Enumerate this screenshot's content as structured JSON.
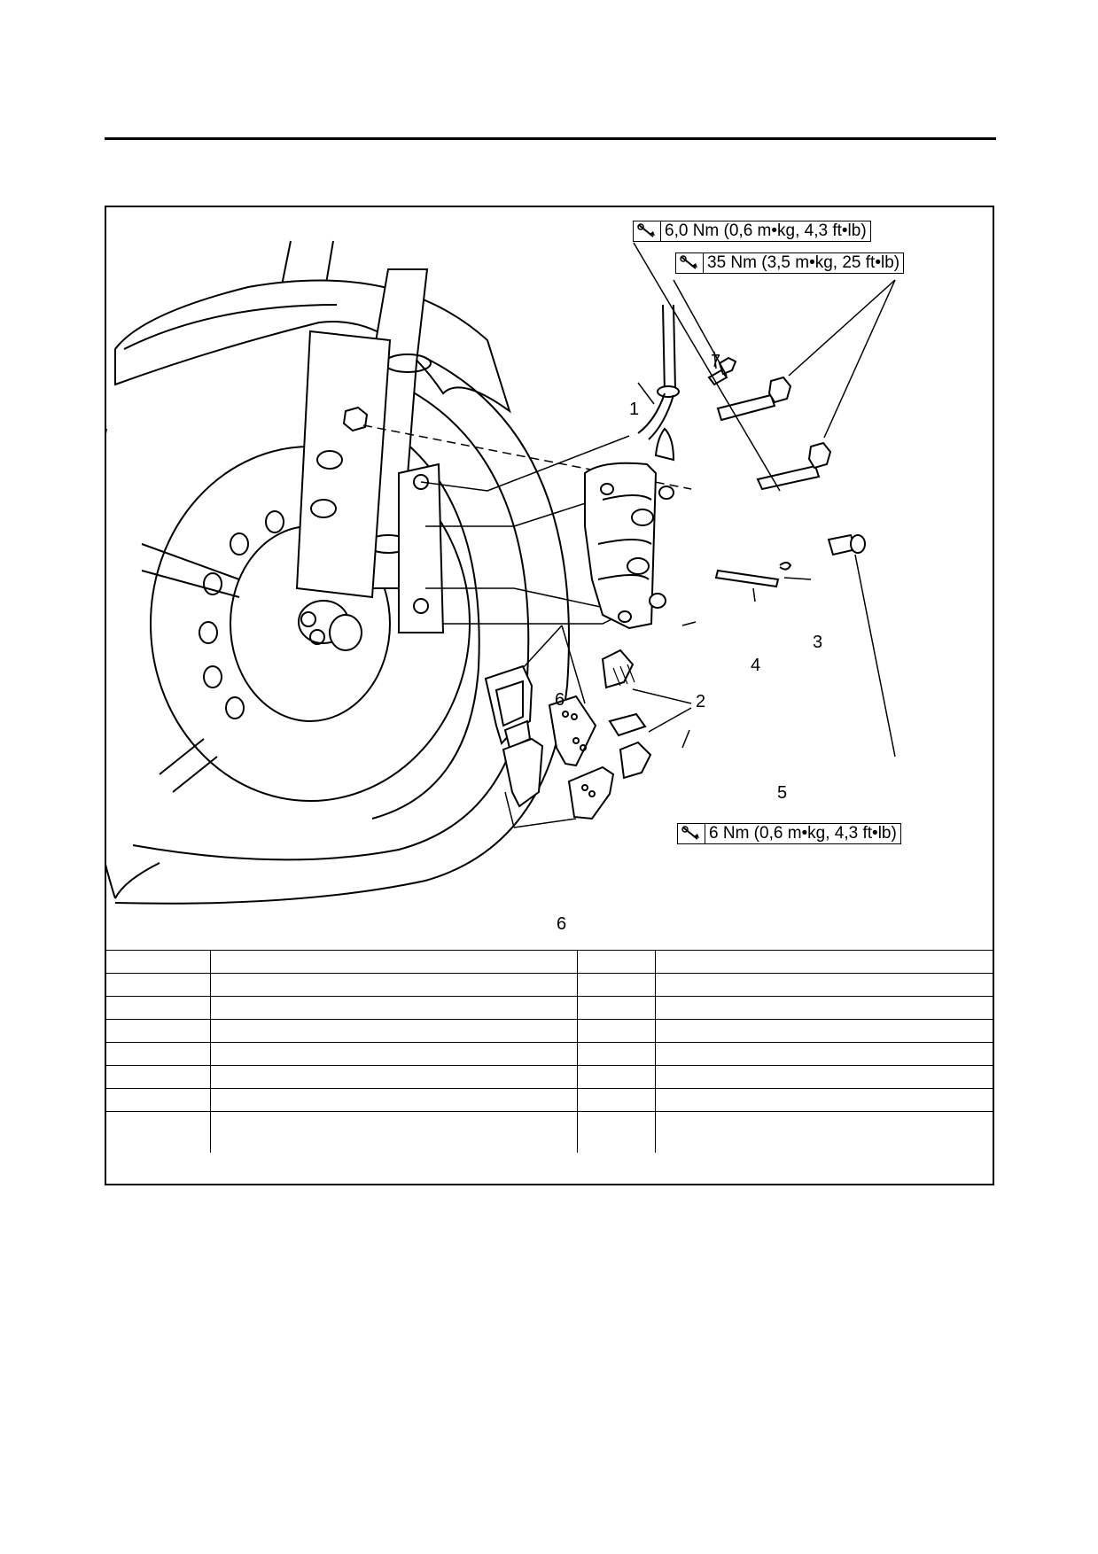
{
  "torque_specs": {
    "spec_bleed": "6,0 Nm (0,6 m•kg, 4,3 ft•lb)",
    "spec_bolt": "35 Nm (3,5 m•kg, 25 ft•lb)",
    "spec_pad_clip": "6 Nm (0,6 m•kg, 4,3 ft•lb)"
  },
  "callouts": {
    "c1": "1",
    "c2": "2",
    "c3": "3",
    "c4": "4",
    "c5": "5",
    "c6a": "6",
    "c6b": "6",
    "c7": "7"
  },
  "icons": {
    "torque": "torque-wrench-icon"
  },
  "colors": {
    "line": "#000000",
    "background": "#ffffff",
    "shade": "#c8c8c8"
  }
}
